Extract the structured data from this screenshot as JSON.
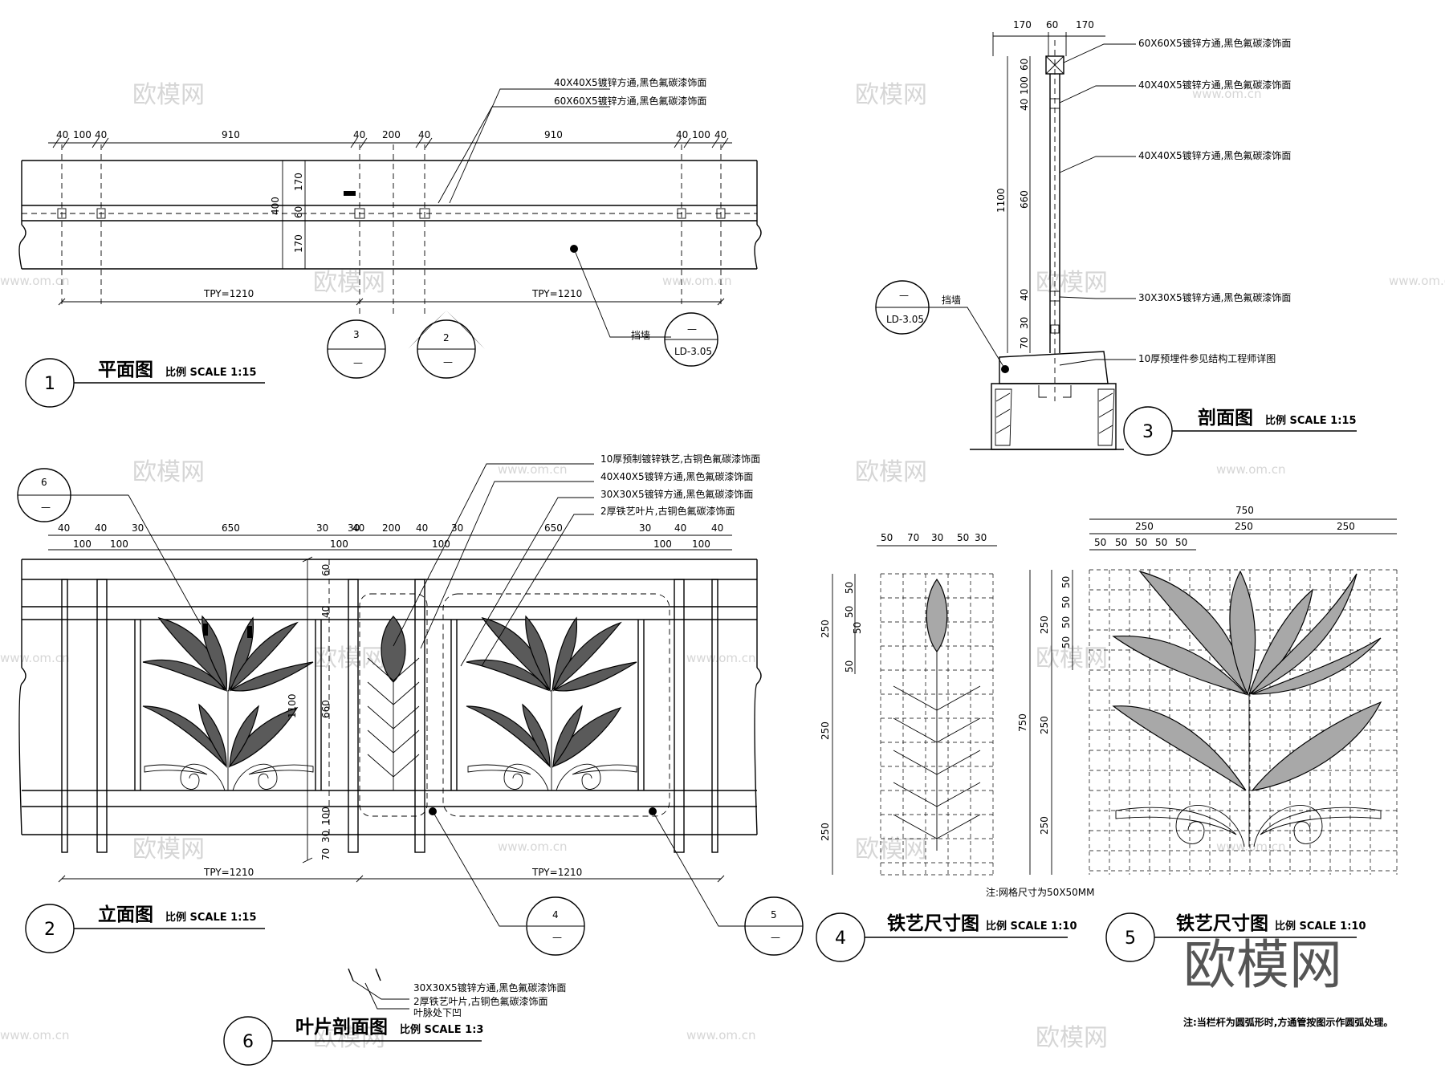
{
  "watermark": {
    "text": "欧模网",
    "url": "www.om.cn",
    "corner": "欧模网"
  },
  "view1": {
    "number": "1",
    "title": "平面图",
    "scale": "比例 SCALE 1:15",
    "top_dims": [
      "40",
      "100",
      "40",
      "910",
      "40",
      "200",
      "40",
      "910",
      "40",
      "100",
      "40"
    ],
    "side_dims": [
      "170",
      "60",
      "170"
    ],
    "side_total": "400",
    "bottom_dims": [
      "TPY=1210",
      "TPY=1210"
    ],
    "notes": [
      "40X40X5镀锌方通,黑色氟碳漆饰面",
      "60X60X5镀锌方通,黑色氟碳漆饰面"
    ],
    "callout": {
      "label": "挡墙",
      "top": "—",
      "ref": "LD-3.05"
    },
    "section_marks": [
      {
        "num": "3",
        "ref": "—"
      },
      {
        "num": "2",
        "ref": "—"
      }
    ]
  },
  "view2": {
    "number": "2",
    "title": "立面图",
    "scale": "比例 SCALE 1:15",
    "top_dims_upper": [
      "40",
      "40",
      "30",
      "650",
      "30",
      "30",
      "40",
      "200",
      "40",
      "30",
      "650",
      "30",
      "40",
      "40"
    ],
    "top_dims_lower": [
      "100",
      "100",
      "100",
      "100",
      "100",
      "100"
    ],
    "side_dims": [
      "60",
      "40",
      "660",
      "100",
      "30",
      "70"
    ],
    "inner_dim": "1100",
    "bottom_dims": [
      "TPY=1210",
      "TPY=1210"
    ],
    "notes": [
      "10厚预制镀锌铁艺,古铜色氟碳漆饰面",
      "40X40X5镀锌方通,黑色氟碳漆饰面",
      "30X30X5镀锌方通,黑色氟碳漆饰面",
      "2厚铁艺叶片,古铜色氟碳漆饰面"
    ],
    "detail_refs": [
      {
        "num": "6",
        "ref": "—"
      },
      {
        "num": "4",
        "ref": "—"
      },
      {
        "num": "5",
        "ref": "—"
      }
    ]
  },
  "view3": {
    "number": "3",
    "title": "剖面图",
    "scale": "比例 SCALE 1:15",
    "top_dims": [
      "170",
      "60",
      "170"
    ],
    "side_dims": [
      "60",
      "100",
      "40",
      "660",
      "40",
      "30",
      "70"
    ],
    "total": "1100",
    "notes": [
      "60X60X5镀锌方通,黑色氟碳漆饰面",
      "40X40X5镀锌方通,黑色氟碳漆饰面",
      "40X40X5镀锌方通,黑色氟碳漆饰面",
      "30X30X5镀锌方通,黑色氟碳漆饰面",
      "10厚预埋件参见结构工程师详图"
    ],
    "callout": {
      "label": "挡墙",
      "top": "—",
      "ref": "LD-3.05"
    }
  },
  "view4": {
    "number": "4",
    "title": "铁艺尺寸图",
    "scale": "比例 SCALE 1:10",
    "top_dims": [
      "50",
      "70",
      "30",
      "50",
      "30"
    ],
    "side_dims": [
      "50",
      "50",
      "50",
      "50",
      "250",
      "250",
      "250"
    ],
    "grid_note": "注:网格尺寸为50X50MM"
  },
  "view5": {
    "number": "5",
    "title": "铁艺尺寸图",
    "scale": "比例 SCALE 1:10",
    "total": "750",
    "top_dims": [
      "250",
      "250",
      "250"
    ],
    "sub_dims": [
      "50",
      "50",
      "50",
      "50",
      "50"
    ],
    "side_dims": [
      "50",
      "50",
      "50",
      "50",
      "250",
      "250",
      "250"
    ],
    "side_total": "750"
  },
  "view6": {
    "number": "6",
    "title": "叶片剖面图",
    "scale": "比例 SCALE 1:3",
    "notes": [
      "30X30X5镀锌方通,黑色氟碳漆饰面",
      "2厚铁艺叶片,古铜色氟碳漆饰面",
      "叶脉处下凹"
    ]
  },
  "footer_note": "注:当栏杆为圆弧形时,方通管按图示作圆弧处理。"
}
